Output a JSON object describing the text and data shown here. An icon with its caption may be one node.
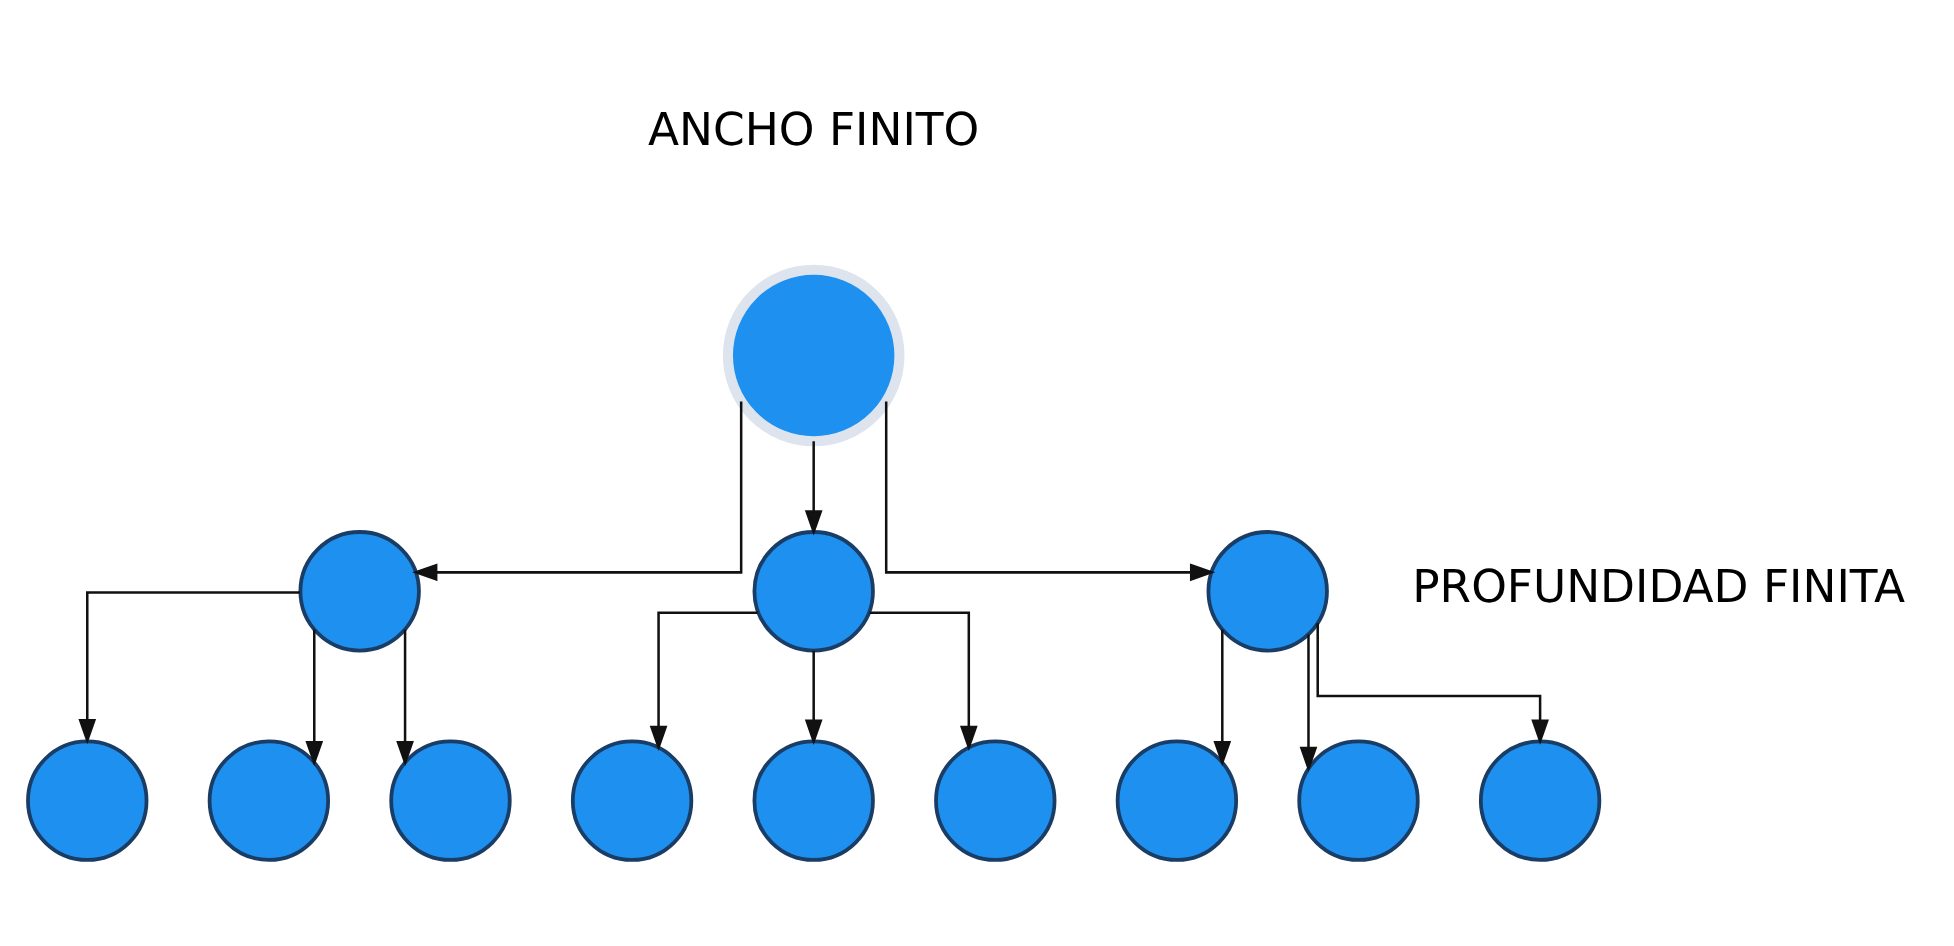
{
  "diagram": {
    "nodes": [
      {
        "text": [],
        "shape": "circle"
      },
      {
        "text": [],
        "shape": "circle"
      },
      {
        "text": [],
        "shape": "circle"
      },
      {
        "text": [],
        "shape": "circle"
      },
      {
        "text": [],
        "shape": "circle"
      },
      {
        "text": [],
        "shape": "circle"
      },
      {
        "text": [],
        "shape": "circle"
      },
      {
        "text": [],
        "shape": "circle"
      },
      {
        "text": [],
        "shape": "circle"
      },
      {
        "text": [],
        "shape": "circle"
      },
      {
        "text": [],
        "shape": "circle"
      },
      {
        "text": [],
        "shape": "circle"
      },
      {
        "text": [],
        "shape": "circle"
      }
    ],
    "edges": [
      {
        "from": 0,
        "to": 1,
        "arrow": "to"
      },
      {
        "from": 0,
        "to": 2,
        "arrow": "to"
      },
      {
        "from": 0,
        "to": 3,
        "arrow": "to"
      },
      {
        "from": 1,
        "to": 4,
        "arrow": "to"
      },
      {
        "from": 1,
        "to": 5,
        "arrow": "to"
      },
      {
        "from": 1,
        "to": 6,
        "arrow": "to"
      },
      {
        "from": 2,
        "to": 7,
        "arrow": "to"
      },
      {
        "from": 2,
        "to": 8,
        "arrow": "to"
      },
      {
        "from": 2,
        "to": 9,
        "arrow": "to"
      },
      {
        "from": 3,
        "to": 10,
        "arrow": "to"
      },
      {
        "from": 3,
        "to": 11,
        "arrow": "to"
      },
      {
        "from": 3,
        "to": 12,
        "arrow": "to"
      }
    ],
    "labels": [
      "ANCHO FINITO",
      "PROFUNDIDAD FINITA"
    ]
  }
}
